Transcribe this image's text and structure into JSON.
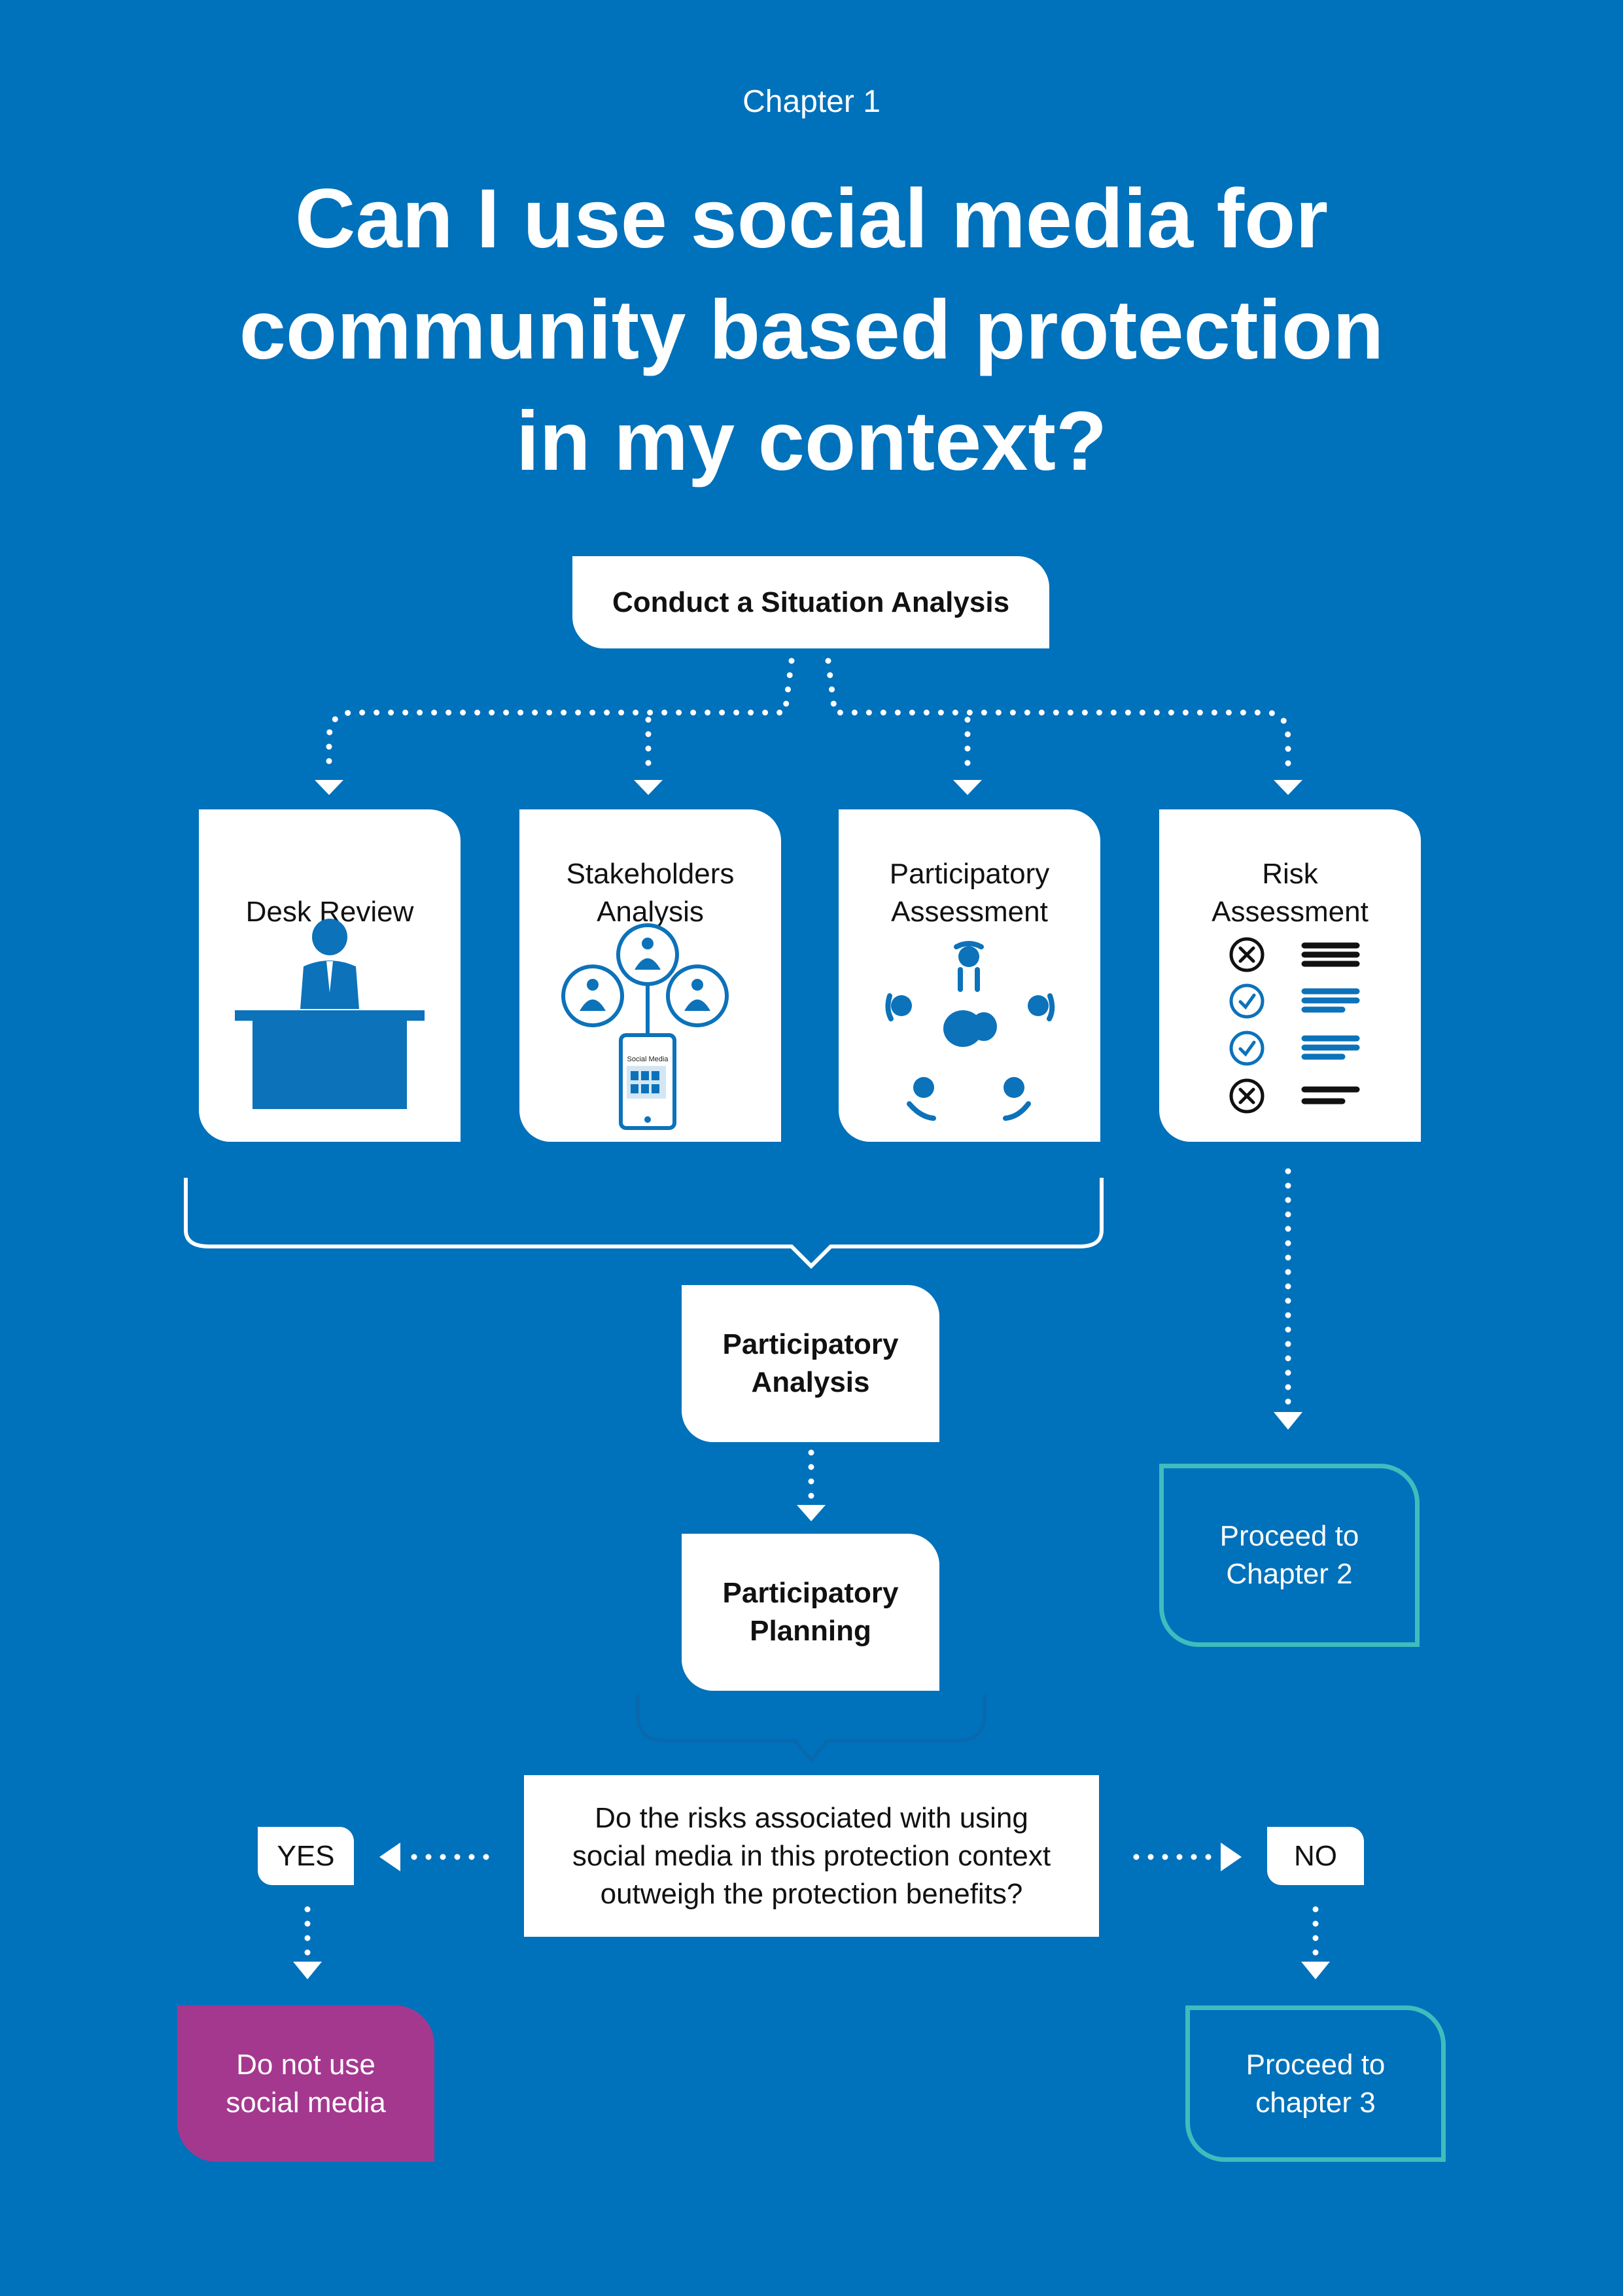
{
  "header": {
    "chapter": "Chapter 1",
    "title_lines": [
      "Can I use social media for",
      "community based protection",
      "in my context?"
    ]
  },
  "flow": {
    "start": "Conduct a Situation Analysis",
    "cards": [
      {
        "label_lines": [
          "",
          "Desk Review"
        ],
        "icon": "desk-person-icon"
      },
      {
        "label_lines": [
          "Stakeholders",
          "Analysis"
        ],
        "icon": "stakeholders-phone-icon",
        "phone_label": "Social Media"
      },
      {
        "label_lines": [
          "Participatory",
          "Assessment"
        ],
        "icon": "meeting-circle-icon"
      },
      {
        "label_lines": [
          "Risk",
          "Assessment"
        ],
        "icon": "checklist-icon"
      }
    ],
    "analysis_lines": [
      "Participatory",
      "Analysis"
    ],
    "planning_lines": [
      "Participatory",
      "Planning"
    ],
    "chapter2_lines": [
      "Proceed to",
      "Chapter 2"
    ],
    "question_lines": [
      "Do the risks associated with using",
      "social media in this protection context",
      "outweigh the protection benefits?"
    ],
    "yes": "YES",
    "no": "NO",
    "yes_result_lines": [
      "Do not use",
      "social media"
    ],
    "no_result_lines": [
      "Proceed to",
      "chapter 3"
    ]
  },
  "colors": {
    "background": "#0071bb",
    "teal": "#3dbdbd",
    "purple": "#a4388f",
    "icon_blue": "#0c72ba"
  }
}
